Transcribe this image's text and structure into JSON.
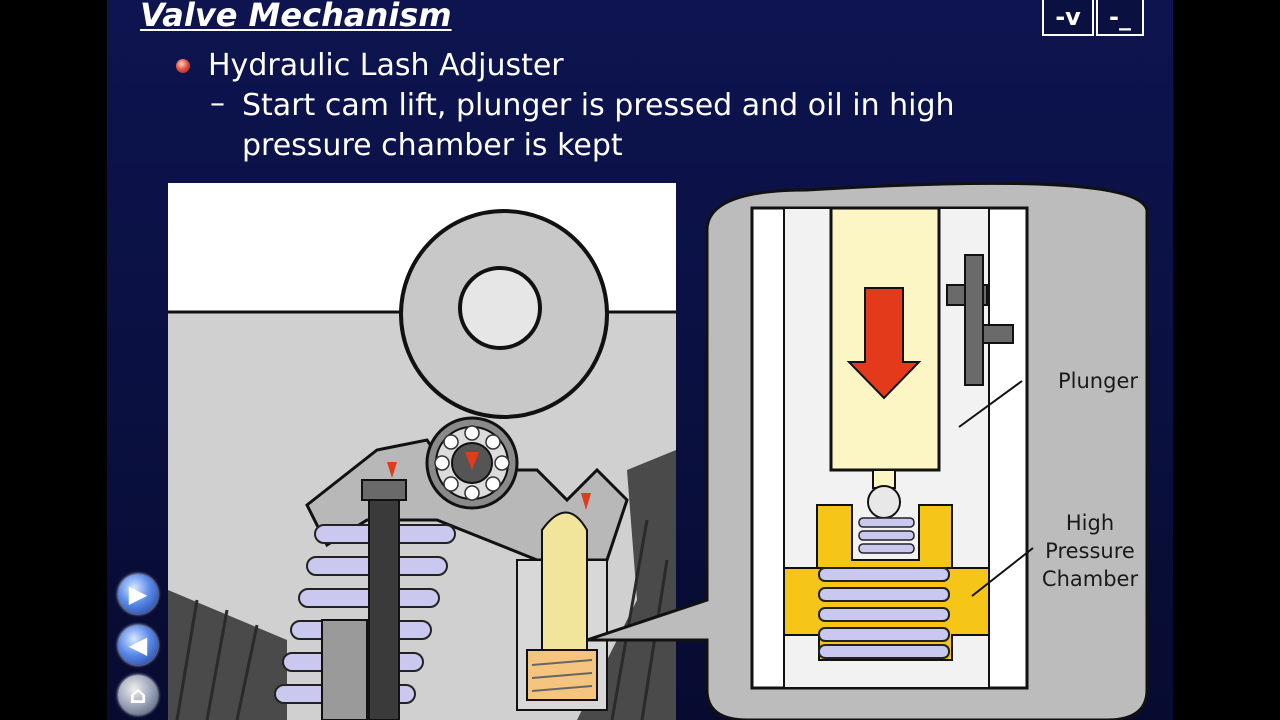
{
  "slide": {
    "title": "Valve Mechanism",
    "controls": {
      "minimize_v": "-v",
      "minimize_line": "-_"
    },
    "bullet": {
      "text": "Hydraulic Lash Adjuster",
      "sub_dash": "–",
      "sub_text": "Start cam lift, plunger is pressed and oil in high pressure chamber is kept"
    }
  },
  "diagram": {
    "labels": {
      "plunger": "Plunger",
      "high_pressure_chamber": "High Pressure Chamber"
    },
    "colors": {
      "arrow_red": "#e43a1c",
      "oil_yellow": "#f5c518",
      "plunger_cream": "#fbf6c4",
      "spring_lavender": "#c8c8f0",
      "body_gray": "#c0c0c0",
      "dark_gray": "#3a3a3a"
    }
  },
  "navigation": [
    {
      "name": "next",
      "icon": "arrow-right-icon"
    },
    {
      "name": "previous",
      "icon": "arrow-left-icon"
    },
    {
      "name": "home",
      "icon": "home-icon"
    }
  ]
}
